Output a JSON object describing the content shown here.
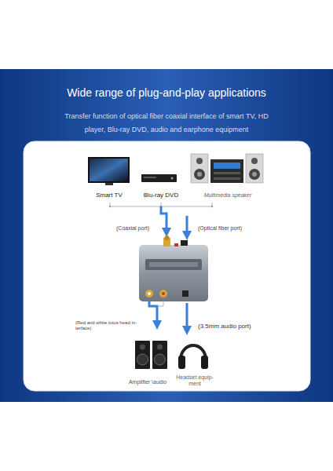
{
  "diagram": {
    "title": "Wide range of plug-and-play applications",
    "nodes": [
      {
        "text": [
          "Smart TV"
        ]
      },
      {
        "text": [
          "Blu-ray DVD"
        ]
      },
      {
        "text": [
          "Multimedia speaker"
        ]
      },
      {
        "text": [
          "Amplifier \\audio"
        ]
      },
      {
        "text": [
          "Headset equip- ment"
        ]
      }
    ],
    "labels": [
      "Transfer function of optical fiber coaxial interface of smart TV, HD player, Blu-ray DVD, audio and earphone equipment",
      "(Coaxial port)",
      "(Optical fiber port)",
      "(Red and white lotus head in- terface)",
      "(3.5mm audio port)"
    ]
  }
}
